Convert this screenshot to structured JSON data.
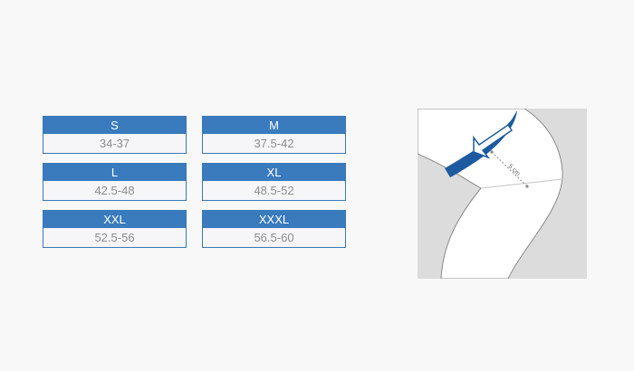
{
  "sizes": [
    {
      "label": "S",
      "range": "34-37"
    },
    {
      "label": "M",
      "range": "37.5-42"
    },
    {
      "label": "L",
      "range": "42.5-48"
    },
    {
      "label": "XL",
      "range": "48.5-52"
    },
    {
      "label": "XXL",
      "range": "52.5-56"
    },
    {
      "label": "XXXL",
      "range": "56.5-60"
    }
  ],
  "illustration": {
    "measure_label": "5 cm",
    "colors": {
      "accent": "#1e5aa0",
      "skin": "#ffffff",
      "background": "#dcdcdc"
    }
  }
}
